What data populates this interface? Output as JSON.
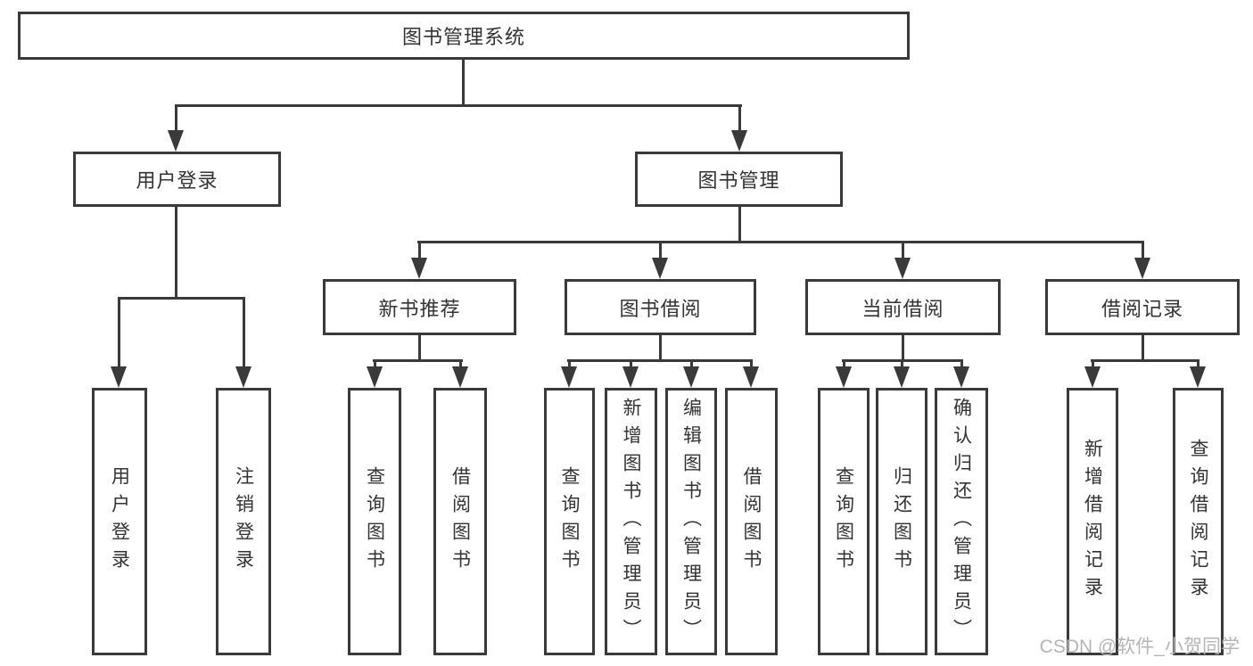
{
  "watermark": "CSDN @软件_小贺同学",
  "colors": {
    "line": "#3a3a3a",
    "text": "#333333",
    "watermark": "#b5b5b5",
    "background": "#ffffff"
  },
  "tree": {
    "label": "图书管理系统",
    "children": [
      {
        "label": "用户登录",
        "children": [
          {
            "label": "用户登录"
          },
          {
            "label": "注销登录"
          }
        ]
      },
      {
        "label": "图书管理",
        "children": [
          {
            "label": "新书推荐",
            "children": [
              {
                "label": "查询图书"
              },
              {
                "label": "借阅图书"
              }
            ]
          },
          {
            "label": "图书借阅",
            "children": [
              {
                "label": "查询图书"
              },
              {
                "label": "新增图书（管理员）"
              },
              {
                "label": "编辑图书（管理员）"
              },
              {
                "label": "借阅图书"
              }
            ]
          },
          {
            "label": "当前借阅",
            "children": [
              {
                "label": "查询图书"
              },
              {
                "label": "归还图书"
              },
              {
                "label": "确认归还（管理员）"
              }
            ]
          },
          {
            "label": "借阅记录",
            "children": [
              {
                "label": "新增借阅记录"
              },
              {
                "label": "查询借阅记录"
              }
            ]
          }
        ]
      }
    ]
  }
}
